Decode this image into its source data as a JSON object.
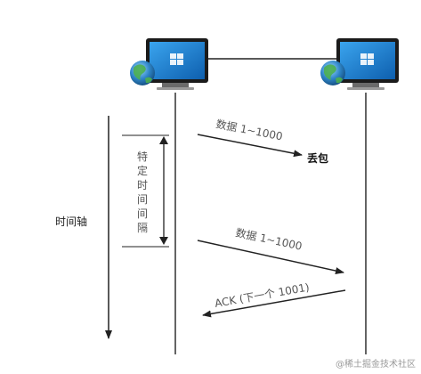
{
  "labels": {
    "packet1": "数据 1~1000",
    "packet_lost": "丢包",
    "interval": [
      "特",
      "定",
      "时",
      "间",
      "间",
      "隔"
    ],
    "timeline": "时间轴",
    "packet2": "数据 1~1000",
    "ack": "ACK (下一个 1001)"
  },
  "watermark": "@稀土掘金技术社区",
  "icons": {
    "left_host": "computer-monitor-with-globe-icon",
    "right_host": "computer-monitor-with-globe-icon"
  },
  "colors": {
    "monitor_screen": "#1a7fd0",
    "monitor_frame": "#1b1b1b",
    "globe": "#3a9a4a",
    "line": "#222222"
  }
}
